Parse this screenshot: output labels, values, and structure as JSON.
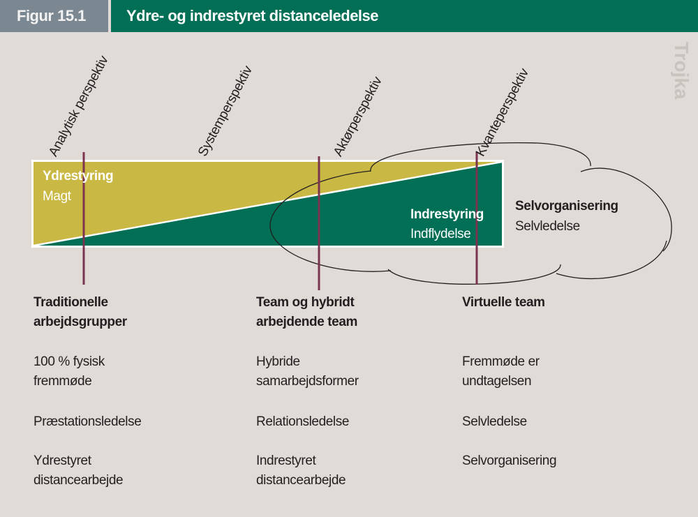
{
  "header": {
    "figure_number": "Figur 15.1",
    "title": "Ydre- og indrestyret distanceledelse"
  },
  "watermark": "Trojka",
  "perspectives": [
    "Analytisk perspektiv",
    "Systemperspektiv",
    "Aktørperspektiv",
    "Kvanteperspektiv"
  ],
  "diagram": {
    "outer_label": "Ydrestyring",
    "outer_sub": "Magt",
    "inner_label": "Indrestyring",
    "inner_sub": "Indflydelse",
    "cloud_label": "Selvorganisering",
    "cloud_sub": "Selvledelse"
  },
  "colors": {
    "header_gray": "#7b8791",
    "green": "#006f56",
    "olive": "#c9b843",
    "marker": "#7a3450",
    "background": "#e0dbd6"
  },
  "columns": [
    {
      "title": [
        "Traditionelle",
        "arbejdsgrupper"
      ],
      "items": [
        [
          "100 % fysisk",
          "fremmøde"
        ],
        [
          "Præstationsledelse"
        ],
        [
          "Ydrestyret",
          "distancearbejde"
        ]
      ]
    },
    {
      "title": [
        "Team og hybridt",
        "arbejdende team"
      ],
      "items": [
        [
          "Hybride",
          "samarbejdsformer"
        ],
        [
          "Relationsledelse"
        ],
        [
          "Indrestyret",
          "distancearbejde"
        ]
      ]
    },
    {
      "title": [
        "Virtuelle team"
      ],
      "items": [
        [
          "Fremmøde er",
          "undtagelsen"
        ],
        [
          "Selvledelse"
        ],
        [
          "Selvorganisering"
        ]
      ]
    }
  ]
}
